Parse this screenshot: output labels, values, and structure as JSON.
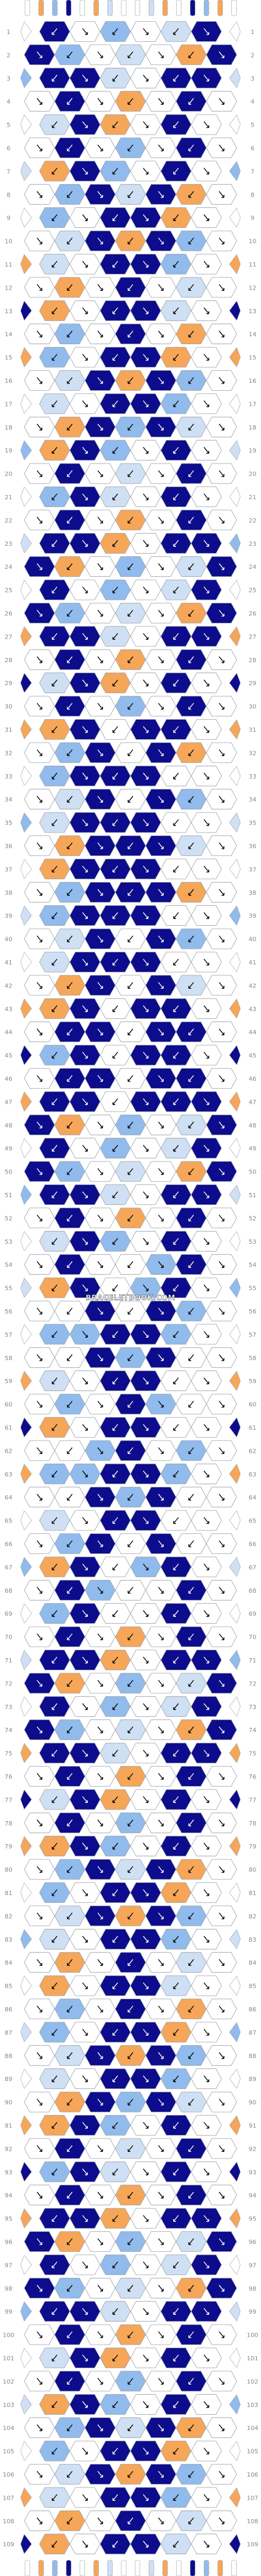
{
  "pattern": {
    "watermark": "BRACELETBOOK.COM",
    "rows": 109,
    "strings": 16,
    "colors": {
      "navy": "#0c0c8c",
      "light_blue": "#90bbec",
      "pale_blue": "#cfe0f4",
      "orange": "#f6a658",
      "white": "#ffffff",
      "outline": "#9aa0a8",
      "label": "#888888"
    },
    "string_colors": [
      "white",
      "orange",
      "light_blue",
      "navy",
      "white",
      "orange",
      "pale_blue",
      "white",
      "white",
      "pale_blue",
      "orange",
      "white",
      "navy",
      "light_blue",
      "orange",
      "white"
    ]
  }
}
